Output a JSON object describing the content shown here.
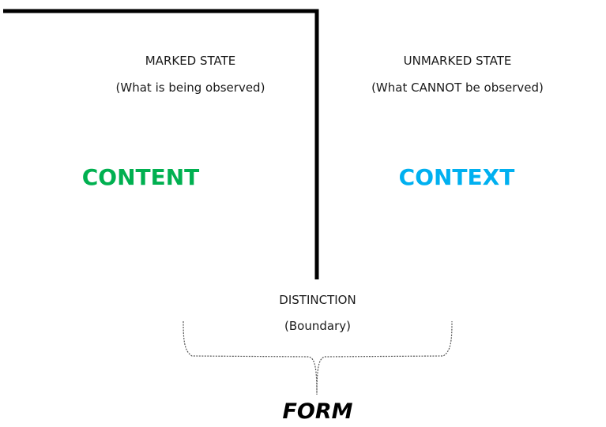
{
  "marked": {
    "title": "MARKED STATE",
    "subtitle": "(What is being observed)",
    "term": "CONTENT"
  },
  "unmarked": {
    "title": "UNMARKED STATE",
    "subtitle": "(What CANNOT be observed)",
    "term": "CONTEXT"
  },
  "distinction": {
    "title": "DISTINCTION",
    "subtitle": "(Boundary)"
  },
  "form": {
    "label": "FORM"
  },
  "colors": {
    "content": "#00b050",
    "context": "#00b0f0",
    "marker_line": "#000000",
    "brace": "#555555"
  }
}
